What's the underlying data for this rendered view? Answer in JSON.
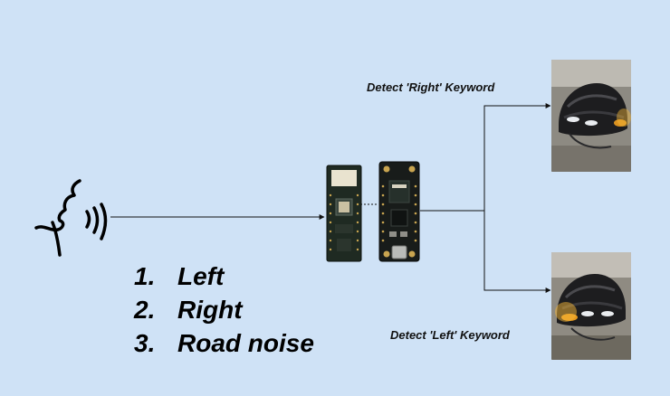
{
  "labels": {
    "right": "Detect 'Right' Keyword",
    "left": "Detect 'Left' Keyword"
  },
  "keywords": [
    {
      "num": "1.",
      "text": "Left"
    },
    {
      "num": "2.",
      "text": "Right"
    },
    {
      "num": "3.",
      "text": "Road noise"
    }
  ],
  "icons": {
    "speaker": "speaking-head-icon",
    "mic_board": "microphone-board",
    "mcu_board": "microcontroller-board",
    "helmet_right": "helmet-right-signal-photo",
    "helmet_left": "helmet-left-signal-photo"
  },
  "colors": {
    "background": "#cfe2f6",
    "line": "#111111",
    "signal_light": "#f0a020"
  }
}
